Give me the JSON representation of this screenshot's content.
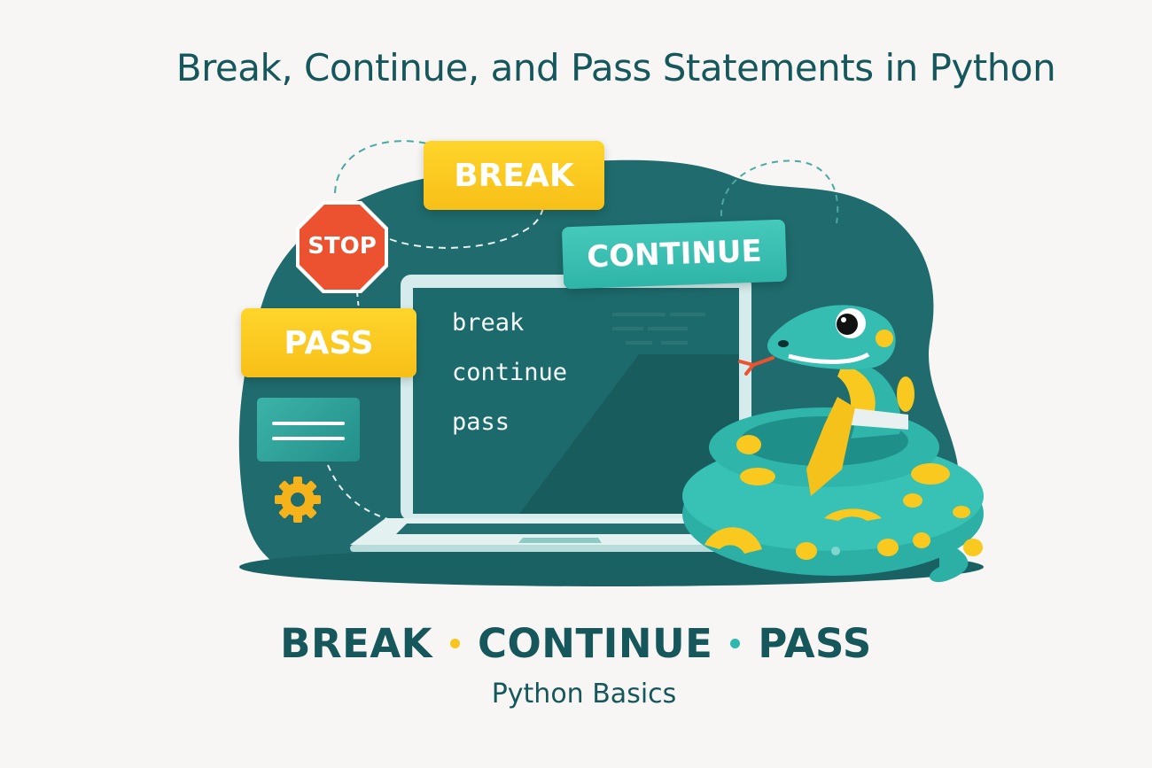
{
  "header": {
    "title": "Break, Continue, and Pass Statements in Python"
  },
  "illustration": {
    "stop_sign": "STOP",
    "bubbles": {
      "break": "BREAK",
      "continue": "CONTINUE",
      "pass": "PASS"
    },
    "laptop_code": [
      "break",
      "continue",
      "pass"
    ],
    "icons": [
      "stop-sign-icon",
      "document-card-icon",
      "gear-icon",
      "loop-arrow-icon",
      "python-snake-mascot"
    ]
  },
  "footer": {
    "keywords": [
      "BREAK",
      "CONTINUE",
      "PASS"
    ],
    "separator_colors": [
      "#f7c51c",
      "#2cb8ac"
    ],
    "subtitle": "Python Basics"
  },
  "colors": {
    "background": "#f8f6f4",
    "primary_text": "#15575a",
    "dark_teal": "#1f6b6d",
    "accent_teal": "#38bfb1",
    "accent_yellow": "#f9c91f",
    "stop_red": "#ec5130"
  }
}
